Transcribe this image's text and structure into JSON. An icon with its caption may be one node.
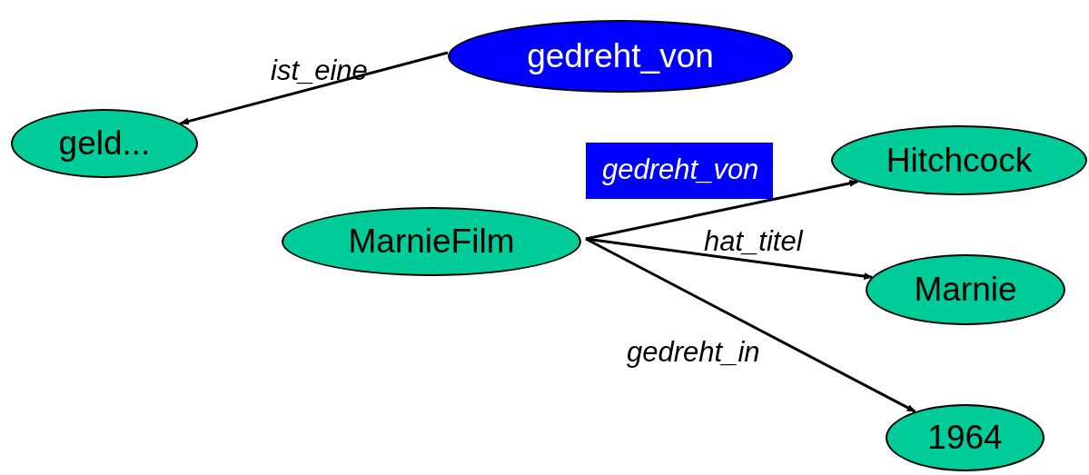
{
  "diagram": {
    "nodes": [
      {
        "text": [
          "gedreht_von"
        ]
      },
      {
        "text": [
          "geld..."
        ]
      },
      {
        "text": [
          "Hitchcock"
        ]
      },
      {
        "text": [
          "MarnieFilm"
        ]
      },
      {
        "text": [
          "Marnie"
        ]
      },
      {
        "text": [
          "1964"
        ]
      }
    ],
    "edges": [
      {
        "from": 0,
        "to": 1,
        "arrow": "to",
        "label": "ist_eine"
      },
      {
        "from": 3,
        "to": 2,
        "arrow": "to",
        "label": "gedreht_von"
      },
      {
        "from": 3,
        "to": 4,
        "arrow": "to",
        "label": "hat_titel"
      },
      {
        "from": 3,
        "to": 5,
        "arrow": "to",
        "label": "gedreht_in"
      }
    ]
  }
}
